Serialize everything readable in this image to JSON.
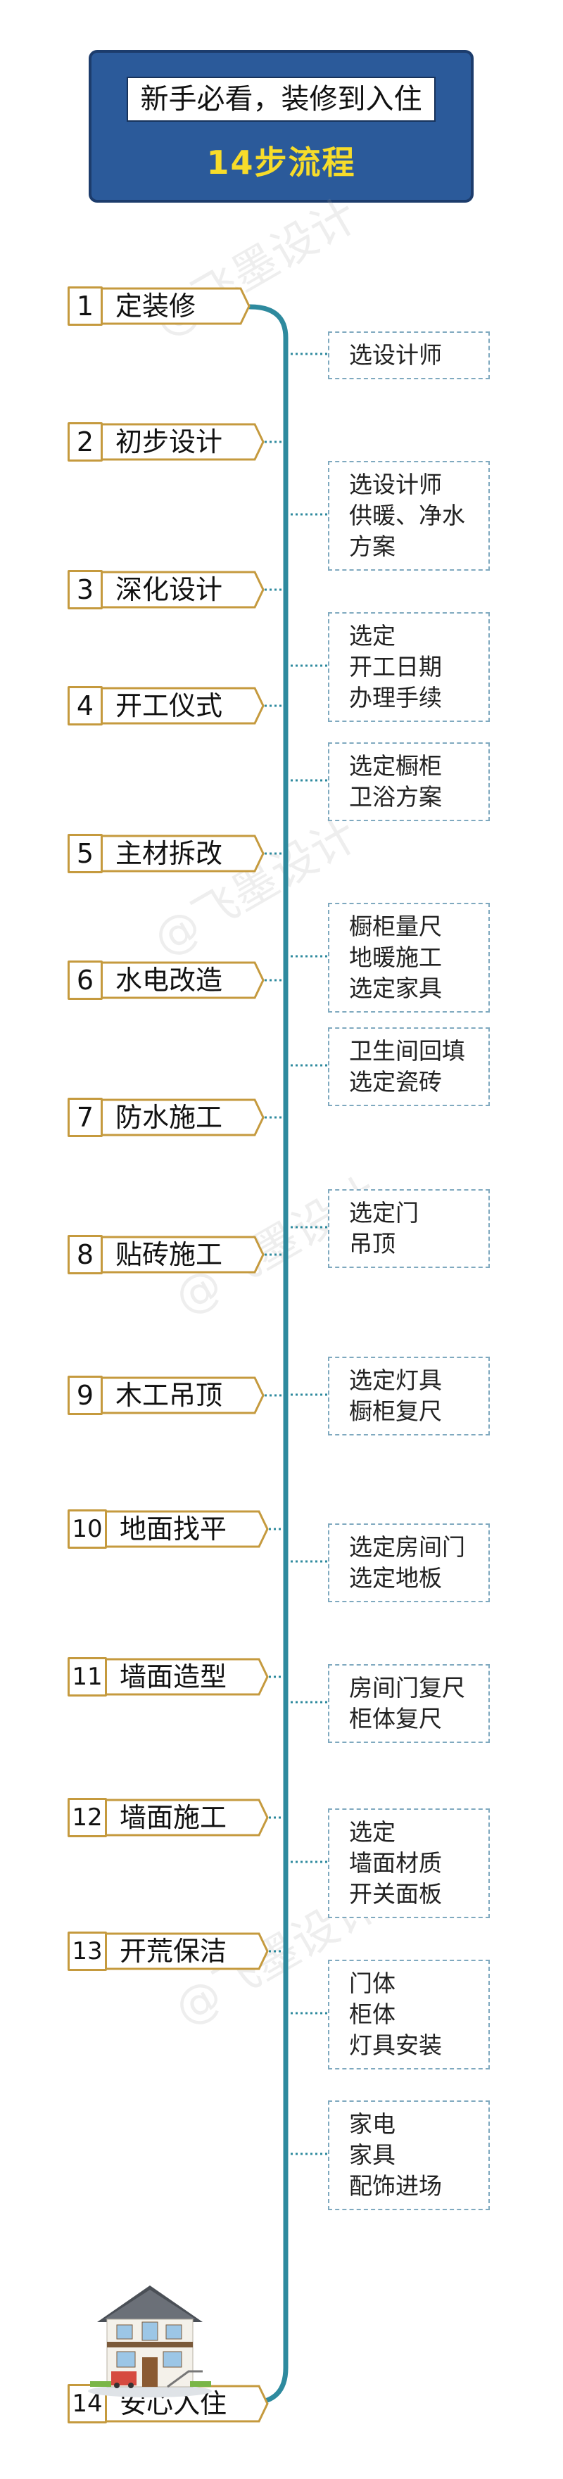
{
  "header": {
    "title": "新手必看，装修到入住",
    "subtitle": "14步流程"
  },
  "watermark": "@飞墨设计",
  "steps": [
    {
      "num": "1",
      "label": "定装修",
      "notes": [
        "选设计师"
      ]
    },
    {
      "num": "2",
      "label": "初步设计",
      "notes": [
        "选设计师",
        "供暖、净水",
        "方案"
      ]
    },
    {
      "num": "3",
      "label": "深化设计",
      "notes": [
        "选定",
        "开工日期",
        "办理手续"
      ]
    },
    {
      "num": "4",
      "label": "开工仪式",
      "notes": [
        "选定橱柜",
        "卫浴方案"
      ]
    },
    {
      "num": "5",
      "label": "主材拆改",
      "notes": [
        "橱柜量尺",
        "地暖施工",
        "选定家具"
      ]
    },
    {
      "num": "6",
      "label": "水电改造",
      "notes": [
        "卫生间回填",
        "选定瓷砖"
      ]
    },
    {
      "num": "7",
      "label": "防水施工",
      "notes": [
        "选定门",
        "吊顶"
      ]
    },
    {
      "num": "8",
      "label": "贴砖施工",
      "notes": [
        "选定灯具",
        "橱柜复尺"
      ]
    },
    {
      "num": "9",
      "label": "木工吊顶",
      "notes": [
        "选定房间门",
        "选定地板"
      ]
    },
    {
      "num": "10",
      "label": "地面找平",
      "notes": [
        "房间门复尺",
        "柜体复尺"
      ]
    },
    {
      "num": "11",
      "label": "墙面造型",
      "notes": [
        "选定",
        "墙面材质",
        "开关面板"
      ]
    },
    {
      "num": "12",
      "label": "墙面施工",
      "notes": [
        "门体",
        "柜体",
        "灯具安装"
      ]
    },
    {
      "num": "13",
      "label": "开荒保洁",
      "notes": [
        "家电",
        "家具",
        "配饰进场"
      ]
    },
    {
      "num": "14",
      "label": "安心入住",
      "notes": []
    }
  ],
  "colors": {
    "header_bg": "#2b5a9a",
    "header_border": "#1c3c6c",
    "subtitle": "#f7dc2a",
    "timeline": "#2e8a9e",
    "step_border": "#c59a3e",
    "note_border": "#7fa9bf"
  }
}
